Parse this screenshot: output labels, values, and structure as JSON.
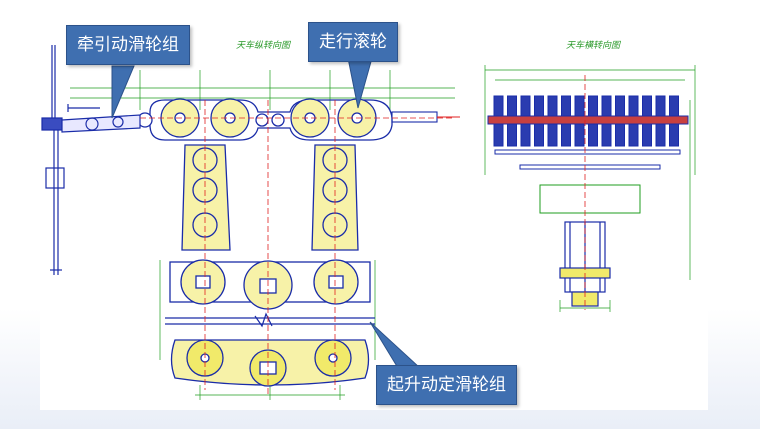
{
  "drawings": {
    "front_view_title": "天车纵转向图",
    "side_view_title": "天车横转向图"
  },
  "callouts": {
    "traction_pulley": "牵引动滑轮组",
    "travel_roller": "走行滚轮",
    "hoist_pulley": "起升动定滑轮组"
  },
  "colors": {
    "callout_fill": "#3f6fb0",
    "drawing_blue": "#1a2ca8",
    "dimension_green": "#1f9e1f",
    "centerline_red": "#e02020",
    "fill_yellow": "#f1ea6a"
  }
}
